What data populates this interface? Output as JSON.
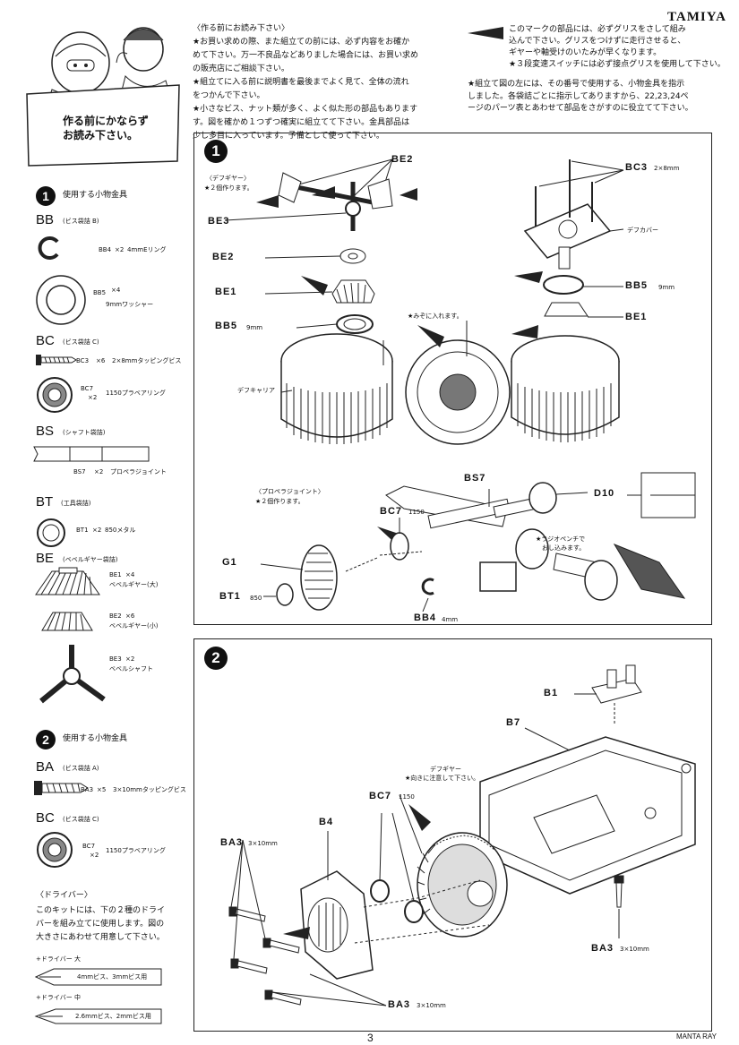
{
  "header": {
    "brand": "TAMIYA",
    "notice_title": "作る前にかならず\nお読み下さい。",
    "before_title": "〈作る前にお読み下さい〉",
    "before_lines": [
      "★お買い求めの際、また組立ての前には、必ず内容をお確か",
      "めて下さい。万一不良品などありました場合には、お買い求め",
      "の販売店にご相談下さい。",
      "★組立てに入る前に説明書を最後までよく見て、全体の流れ",
      "をつかんで下さい。",
      "★小さなビス、ナット類が多く、よく似た形の部品もあります",
      "す。図を確かめ１つずつ確実に組立てて下さい。金具部品は",
      "少し多目に入っています。予備として使って下さい。"
    ],
    "grease_lines": [
      "このマークの部品には、必ずグリスをさして組み",
      "込んで下さい。グリスをつけずに走行させると、",
      "ギヤーや軸受けのいたみが早くなります。",
      "★３段変速スイッチには必ず接点グリスを使用して下さい。"
    ],
    "number_lines": [
      "★組立て図の左には、その番号で使用する、小物金具を指示",
      "しました。各袋詰ごとに指示してありますから、22,23,24ペ",
      "ージのパーツ表とあわせて部品をさがすのに役立てて下さい。"
    ]
  },
  "sidebar": {
    "step1_title": "使用する小物金具",
    "step1_groups": [
      {
        "code": "BB",
        "bag": "(ビス袋詰 B)",
        "items": [
          {
            "id": "BB4",
            "qty": "×2",
            "desc": "4mmEリング"
          },
          {
            "id": "BB5",
            "qty": "×4",
            "desc": "9mmワッシャー"
          }
        ]
      },
      {
        "code": "BC",
        "bag": "(ビス袋詰 C)",
        "items": [
          {
            "id": "BC3",
            "qty": "×6",
            "desc": "2×8mmタッピングビス"
          },
          {
            "id": "BC7",
            "qty": "×2",
            "desc": "1150プラベアリング"
          }
        ]
      },
      {
        "code": "BS",
        "bag": "(シャフト袋詰)",
        "items": [
          {
            "id": "BS7",
            "qty": "×2",
            "desc": "プロペラジョイント"
          }
        ]
      },
      {
        "code": "BT",
        "bag": "(工具袋詰)",
        "items": [
          {
            "id": "BT1",
            "qty": "×2",
            "desc": "850メタル"
          }
        ]
      },
      {
        "code": "BE",
        "bag": "(ベベルギヤー袋詰)",
        "items": [
          {
            "id": "BE1",
            "qty": "×4",
            "desc": "ベベルギヤー(大)"
          },
          {
            "id": "BE2",
            "qty": "×6",
            "desc": "ベベルギヤー(小)"
          },
          {
            "id": "BE3",
            "qty": "×2",
            "desc": "ベベルシャフト"
          }
        ]
      }
    ],
    "step2_title": "使用する小物金具",
    "step2_groups": [
      {
        "code": "BA",
        "bag": "(ビス袋詰 A)",
        "items": [
          {
            "id": "BA3",
            "qty": "×5",
            "desc": "3×10mmタッピングビス"
          }
        ]
      },
      {
        "code": "BC",
        "bag": "(ビス袋詰 C)",
        "items": [
          {
            "id": "BC7",
            "qty": "×2",
            "desc": "1150プラベアリング"
          }
        ]
      }
    ],
    "driver_title": "〈ドライバー〉",
    "driver_lines": [
      "このキットには、下の２種のドライ",
      "バーを組み立てに使用します。図の",
      "大きさにあわせて用意して下さい。"
    ],
    "drivers": [
      {
        "name": "+ドライバー 大",
        "use": "4mmビス、3mmビス用"
      },
      {
        "name": "+ドライバー 中",
        "use": "2.6mmビス、2mmビス用"
      }
    ]
  },
  "step1": {
    "number": "1",
    "def_title": "〈デフギヤー〉",
    "def_note": "★２個作ります。",
    "groove_note": "★みぞに入れます。",
    "labels": {
      "BE2": "BE2",
      "BE3": "BE3",
      "BE2b": "BE2",
      "BE1": "BE1",
      "BB5": "BB5",
      "BB5_unit": "9mm",
      "carrier": "デフキャリア",
      "BC3": "BC3",
      "BC3_unit": "2×8mm",
      "cover": "デフカバー",
      "BB5r": "BB5",
      "BB5r_unit": "9mm",
      "BE1r": "BE1"
    },
    "prop_title": "〈プロペラジョイント〉",
    "prop_note": "★２個作ります。",
    "labels2": {
      "BS7": "BS7",
      "D10": "D10",
      "BC7": "BC7",
      "BC7_unit": "1150",
      "G1": "G1",
      "BT1": "BT1",
      "BT1_unit": "850",
      "BB4": "BB4",
      "BB4_unit": "4mm",
      "plier1": "★ラジオペンチで",
      "plier2": "おし込みます。"
    }
  },
  "step2": {
    "number": "2",
    "labels": {
      "B1": "B1",
      "B7": "B7",
      "B4": "B4",
      "BC7": "BC7",
      "BC7_unit": "1150",
      "BA3a": "BA3",
      "BA3a_unit": "3×10mm",
      "BA3b": "BA3",
      "BA3b_unit": "3×10mm",
      "BA3c": "BA3",
      "BA3c_unit": "3×10mm",
      "def1": "デフギヤー",
      "def2": "★向きに注意して下さい。"
    }
  },
  "footer": {
    "page": "3",
    "model": "MANTA RAY"
  }
}
